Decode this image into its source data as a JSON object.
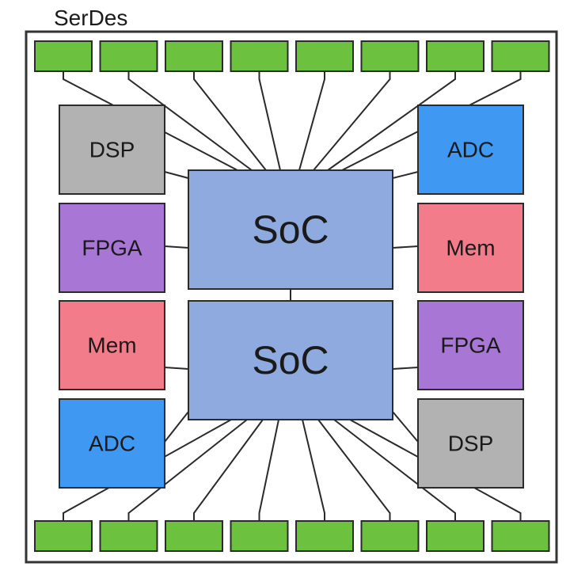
{
  "diagram": {
    "title": "SerDes",
    "colors": {
      "serdes": "#6cc13f",
      "soc": "#8eaadf",
      "dsp": "#b2b2b2",
      "adc": "#3f98f2",
      "fpga": "#a877d6",
      "mem": "#f37c8b",
      "line": "#2a2a2a",
      "frame": "#333333"
    },
    "socs": [
      {
        "label": "SoC"
      },
      {
        "label": "SoC"
      }
    ],
    "left_blocks": [
      {
        "label": "DSP",
        "type": "dsp"
      },
      {
        "label": "FPGA",
        "type": "fpga"
      },
      {
        "label": "Mem",
        "type": "mem"
      },
      {
        "label": "ADC",
        "type": "adc"
      }
    ],
    "right_blocks": [
      {
        "label": "ADC",
        "type": "adc"
      },
      {
        "label": "Mem",
        "type": "mem"
      },
      {
        "label": "FPGA",
        "type": "fpga"
      },
      {
        "label": "DSP",
        "type": "dsp"
      }
    ],
    "serdes_top_count": 8,
    "serdes_bottom_count": 8
  }
}
